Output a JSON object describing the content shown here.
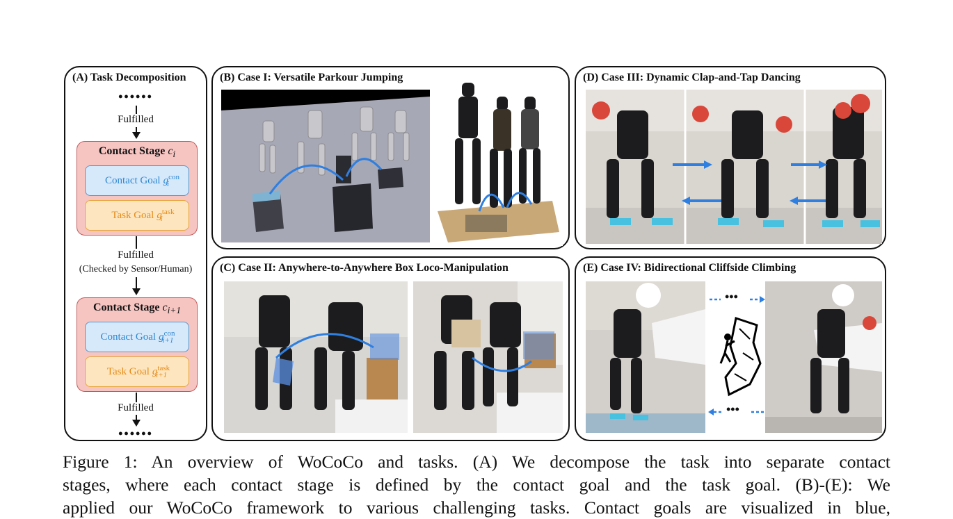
{
  "panel_a": {
    "title": "(A) Task Decomposition",
    "dots": "••••••",
    "fulfilled": "Fulfilled",
    "checked_by": "(Checked by Sensor/Human)",
    "stage1": {
      "title": "Contact Stage",
      "symbol": "c",
      "sub": "i",
      "contact_goal": "Contact Goal",
      "task_goal": "Task Goal",
      "contact_sup": "con",
      "task_sup": "task",
      "goal_sym": "g",
      "goal_sub": "i"
    },
    "stage2": {
      "title": "Contact Stage",
      "symbol": "c",
      "sub": "i+1",
      "contact_goal": "Contact Goal",
      "task_goal": "Task Goal",
      "contact_sup": "con",
      "task_sup": "task",
      "goal_sym": "g",
      "goal_sub": "i+1"
    }
  },
  "panel_b": {
    "title": "(B) Case I: Versatile Parkour Jumping"
  },
  "panel_c": {
    "title": "(C) Case II: Anywhere-to-Anywhere Box Loco-Manipulation"
  },
  "panel_d": {
    "title": "(D) Case III: Dynamic Clap-and-Tap Dancing"
  },
  "panel_e": {
    "title": "(E) Case IV: Bidirectional Cliffside Climbing",
    "dots": "•••"
  },
  "caption": {
    "line1": "Figure 1:  An overview of WoCoCo and tasks.  (A) We decompose the task into separate contact",
    "line2": "stages, where each contact stage is defined by the contact goal and the task goal.  (B)-(E): We",
    "line3": "applied our WoCoCo framework to various challenging tasks. Contact goals are visualized in blue,"
  },
  "colors": {
    "contact_blue": "#2e86cf",
    "task_orange": "#e58a18",
    "stage_fill": "#f6c5c2",
    "arrow_blue": "#2f7fe0"
  }
}
